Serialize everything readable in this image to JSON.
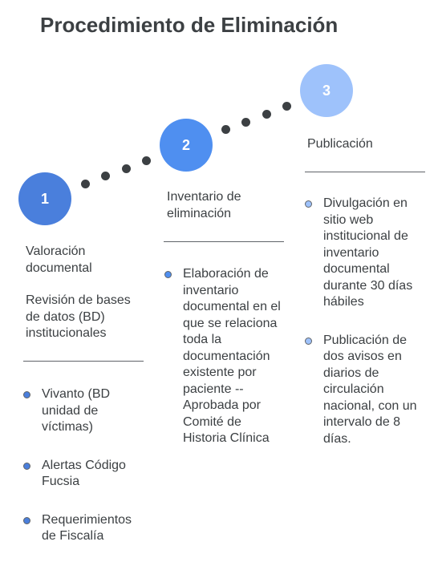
{
  "title": "Procedimiento de Eliminación",
  "colors": {
    "step1": "#4a7fdc",
    "step2": "#4f8ff0",
    "step3": "#9ec2fb",
    "connector": "#3c4043",
    "text": "#3c4043"
  },
  "steps": [
    {
      "number": "1",
      "paragraphs": [
        "Valoración documental",
        "Revisión de bases de datos (BD) institucionales"
      ],
      "bullets": [
        "Vivanto (BD unidad de víctimas)",
        "Alertas Código Fucsia",
        "Requerimientos de Fiscalía"
      ]
    },
    {
      "number": "2",
      "paragraphs": [
        "Inventario de eliminación"
      ],
      "bullets": [
        "Elaboración de inventario documental en el que se relaciona toda la documentación existente por paciente --Aprobada por Comité de Historia Clínica"
      ]
    },
    {
      "number": "3",
      "paragraphs": [
        "Publicación"
      ],
      "bullets": [
        "Divulgación en sitio web institucional de inventario documental durante 30 días hábiles",
        "Publicación de dos avisos en diarios de circulación nacional, con un intervalo de 8 días."
      ]
    }
  ]
}
